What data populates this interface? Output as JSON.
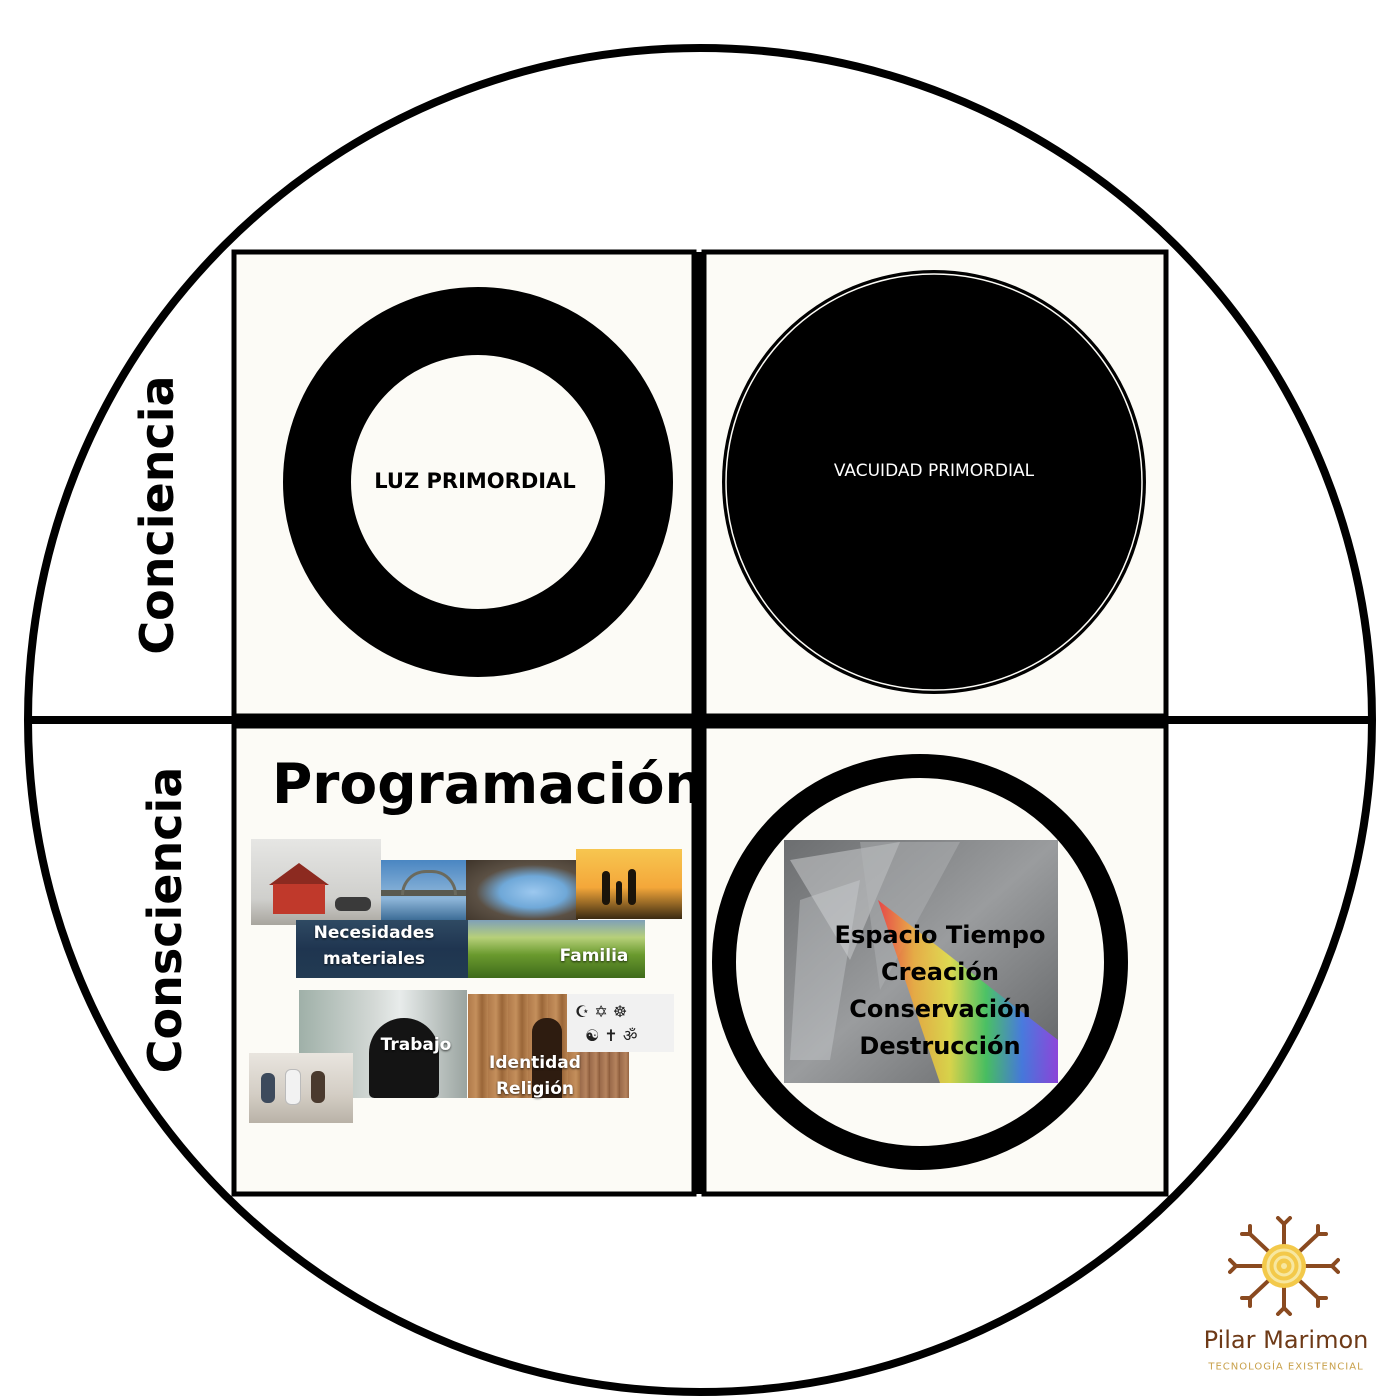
{
  "axis_labels": {
    "top": "Conciencia",
    "bottom": "Consciencia"
  },
  "quadrants": {
    "top_left": {
      "ring_label": "LUZ PRIMORDIAL"
    },
    "top_right": {
      "circle_label": "VACUIDAD PRIMORDIAL"
    },
    "bottom_left": {
      "title": "Programación",
      "photo_labels": {
        "material_needs": [
          "Necesidades",
          "materiales"
        ],
        "family": "Familia",
        "work": "Trabajo",
        "identity_religion": [
          "Identidad",
          "Religión"
        ]
      }
    },
    "bottom_right": {
      "lines": [
        "Espacio Tiempo",
        "Creación",
        "Conservación",
        "Destrucción"
      ]
    }
  },
  "logo": {
    "name": "Pilar Marimon",
    "tagline": "TECNOLOGÍA EXISTENCIAL"
  },
  "colors": {
    "panel": "#fcfbf6",
    "ink": "#000000",
    "brand_brown": "#6e3a17",
    "brand_gold": "#c8a04a"
  }
}
